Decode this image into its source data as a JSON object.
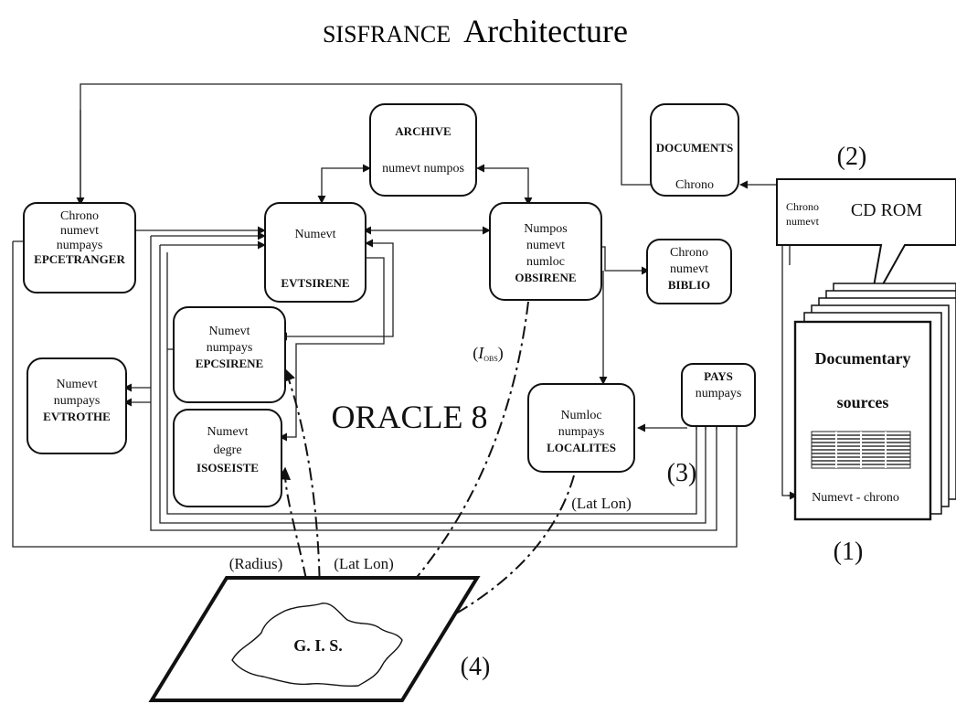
{
  "title": {
    "small_caps": "SISFRANCE",
    "rest": "Architecture"
  },
  "tables": {
    "epcetranger": {
      "fields": [
        "Chrono",
        "numevt",
        "numpays"
      ],
      "name": "EPCETRANGER"
    },
    "evtsirene": {
      "fields": [
        "Numevt"
      ],
      "name": "EVTSIRENE"
    },
    "archive": {
      "name": "ARCHIVE",
      "fields": [
        "numevt numpos"
      ]
    },
    "documents": {
      "name": "DOCUMENTS",
      "fields": [
        "Chrono"
      ]
    },
    "obsirene": {
      "fields": [
        "Numpos",
        "numevt",
        "numloc"
      ],
      "name": "OBSIRENE"
    },
    "biblio": {
      "fields": [
        "Chrono",
        "numevt"
      ],
      "name": "BIBLIO"
    },
    "epcsirene": {
      "fields": [
        "Numevt",
        "numpays"
      ],
      "name": "EPCSIRENE"
    },
    "evtrothe": {
      "fields": [
        "Numevt",
        "numpays"
      ],
      "name": "EVTROTHE"
    },
    "isoseiste": {
      "fields": [
        "Numevt",
        "degre"
      ],
      "name": "ISOSEISTE"
    },
    "localites": {
      "fields": [
        "Numloc",
        "numpays"
      ],
      "name": "LOCALITES"
    },
    "pays": {
      "name": "PAYS",
      "fields": [
        "numpays"
      ]
    }
  },
  "cdrom": {
    "fields": [
      "Chrono",
      "numevt"
    ],
    "label": "CD ROM"
  },
  "documentary": {
    "line1": "Documentary",
    "line2": "sources",
    "link": "Numevt - chrono"
  },
  "oracle_label": "ORACLE 8",
  "gis_label": "G. I. S.",
  "markers": {
    "m1": "(1)",
    "m2": "(2)",
    "m3": "(3)",
    "m4": "(4)"
  },
  "edge_labels": {
    "iobs": "I",
    "iobs_sub": "OBS",
    "radius": "(Radius)",
    "latlon1": "(Lat Lon)",
    "latlon2": "(Lat Lon)"
  }
}
